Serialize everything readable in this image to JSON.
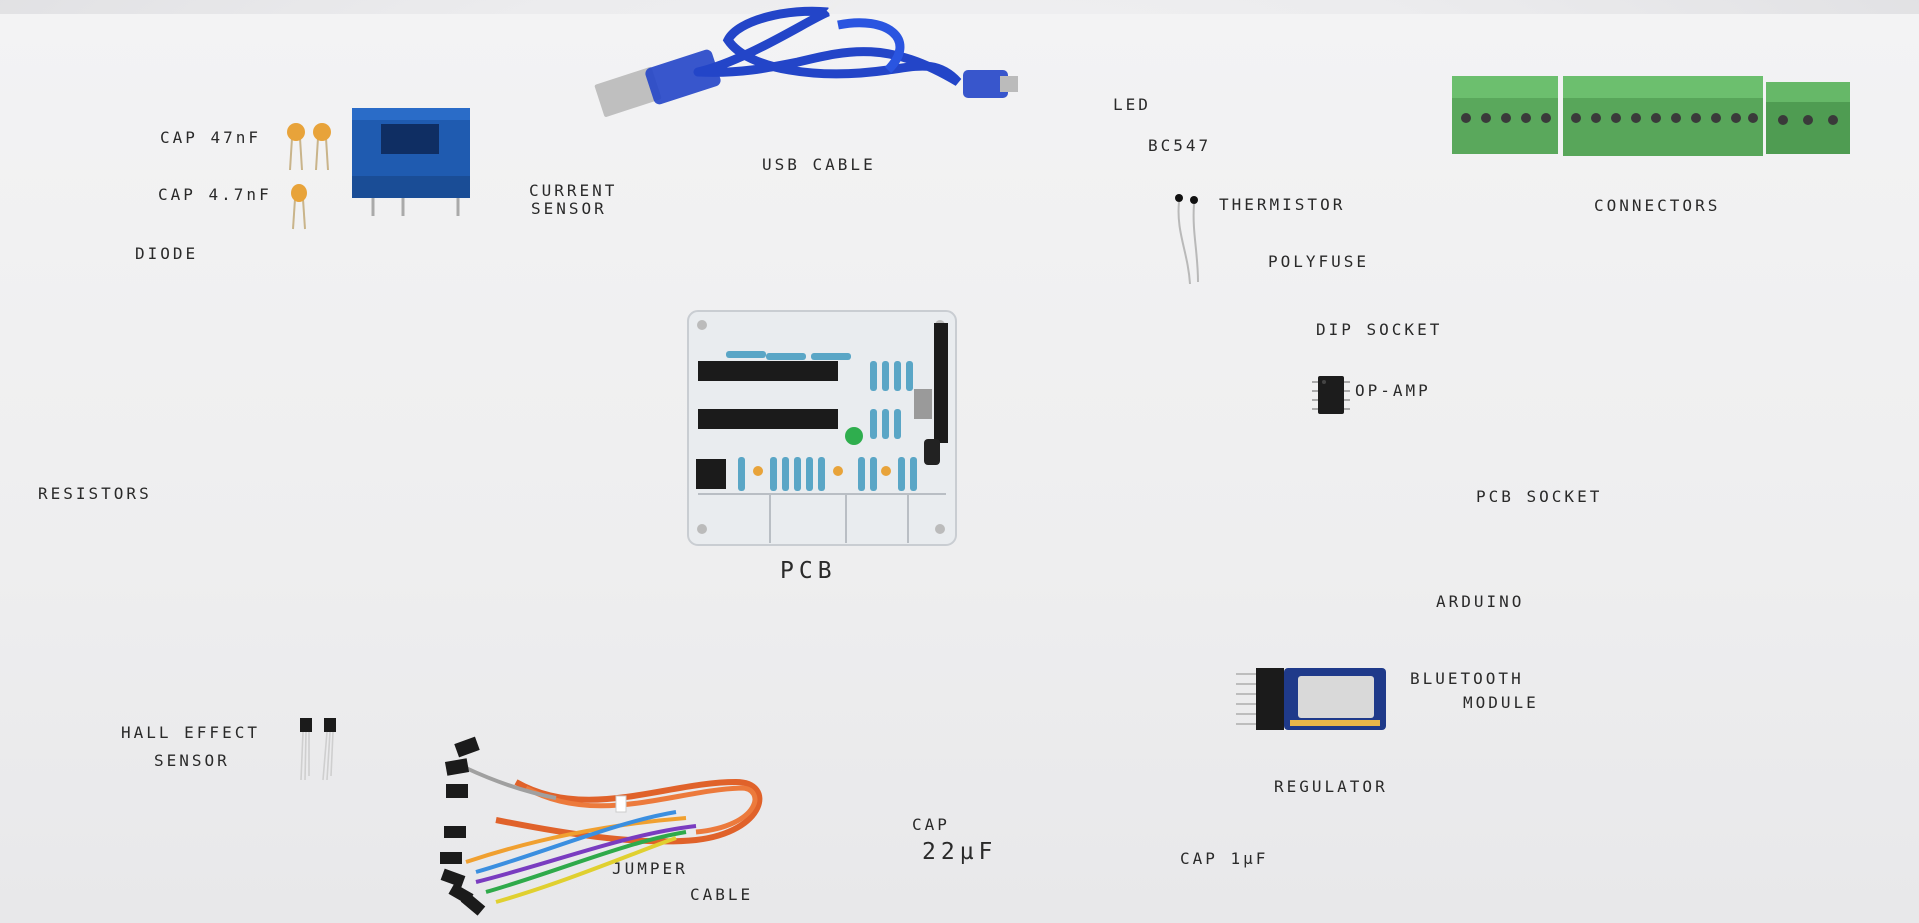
{
  "labels": {
    "cap_47": "CAP 47nF",
    "cap_47n": "CAP 4.7nF",
    "diode": "DIODE",
    "current_sensor_1": "CURRENT",
    "current_sensor_2": "SENSOR",
    "usb_cable": "USB CABLE",
    "led": "LED",
    "bc547": "BC547",
    "thermistor": "THERMISTOR",
    "polyfuse": "POLYFUSE",
    "connectors": "CONNECTORS",
    "dip_socket": "DIP SOCKET",
    "op_amp": "OP-AMP",
    "resistors": "RESISTORS",
    "pcb_socket": "PCB SOCKET",
    "pcb": "PCB",
    "arduino": "ARDUINO",
    "bluetooth_1": "BLUETOOTH",
    "bluetooth_2": "MODULE",
    "regulator": "REGULATOR",
    "hall_1": "HALL EFFECT",
    "hall_2": "SENSOR",
    "cap_22": "CAP",
    "cap_22_val": "22µF",
    "cap_1": "CAP 1µF",
    "jumper_1": "JUMPER",
    "jumper_2": "CABLE"
  },
  "colors": {
    "current_sensor": "#1f5bb0",
    "connectors": "#5aa85c",
    "usb_cable": "#2345c8",
    "pcb": "#e9ecef",
    "resistor": "#5aa6c6",
    "capacitor": "#e8a33a",
    "led": "#2fae4e"
  }
}
